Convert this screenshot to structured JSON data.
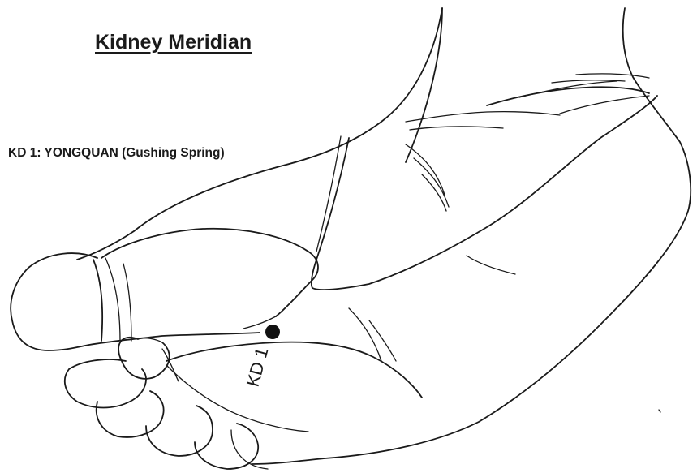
{
  "diagram": {
    "title": "Kidney Meridian",
    "point_caption": "KD 1: YONGQUAN (Gushing Spring)",
    "point_label": "KD 1"
  }
}
